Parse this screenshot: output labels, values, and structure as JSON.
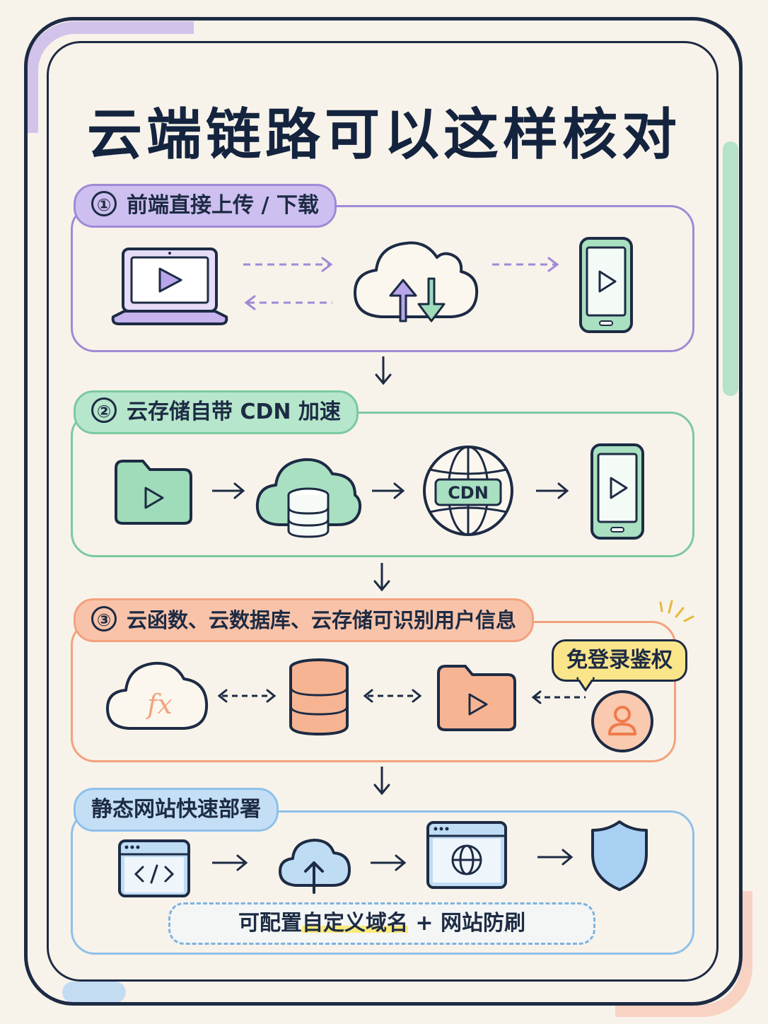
{
  "title": "云端链路可以这样核对",
  "colors": {
    "ink": "#1d2b44",
    "purple": "#a08ad6",
    "purple_fill": "#cbbdf0",
    "green": "#7cc9a0",
    "green_fill": "#a9e0c1",
    "orange": "#f2a27e",
    "orange_fill": "#f7b493",
    "blue": "#8ec1ea",
    "blue_fill": "#bfdcf5",
    "yellow": "#fbe58a"
  },
  "sections": [
    {
      "number": "①",
      "label": "前端直接上传 / 下载"
    },
    {
      "number": "②",
      "label": "云存储自带 CDN 加速",
      "cdn_label": "CDN"
    },
    {
      "number": "③",
      "label": "云函数、云数据库、云存储可识别用户信息",
      "fx_label": "fx",
      "bubble": "免登录鉴权"
    },
    {
      "label": "静态网站快速部署",
      "note_pre": "可配置",
      "note_highlight": "自定义域名",
      "note_post": " + 网站防刷"
    }
  ]
}
